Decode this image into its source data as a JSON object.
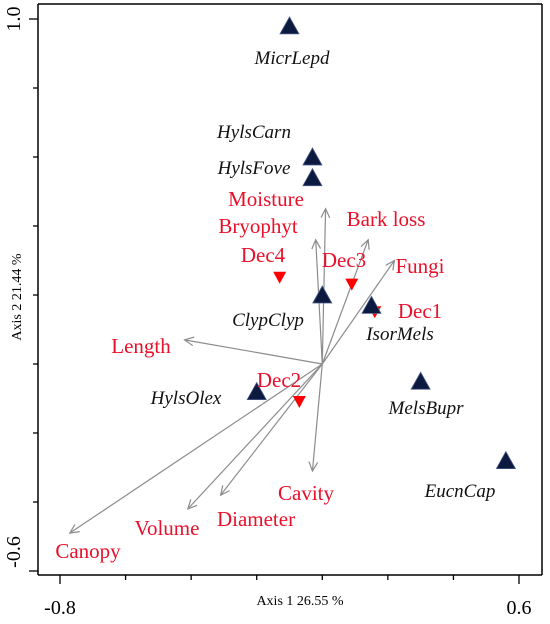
{
  "chart_data": {
    "type": "scatter",
    "xlabel": "Axis 1  26.55 %",
    "ylabel": "Axis 2  21.44 %",
    "x_tick_labels": [
      "-0.8",
      "0.6"
    ],
    "y_tick_labels": [
      "-0.6",
      "1.0"
    ],
    "xlim": [
      -0.85,
      0.66
    ],
    "ylim": [
      -0.63,
      1.03
    ],
    "origin": [
      0.0,
      0.0
    ],
    "species": [
      {
        "label": "MicrLepd",
        "x": -0.1,
        "y": 0.98
      },
      {
        "label": "HylsCarn",
        "x": -0.03,
        "y": 0.6
      },
      {
        "label": "HylsFove",
        "x": -0.03,
        "y": 0.54
      },
      {
        "label": "ClypClyp",
        "x": 0.0,
        "y": 0.2
      },
      {
        "label": "IsorMels",
        "x": 0.15,
        "y": 0.17
      },
      {
        "label": "HylsOlex",
        "x": -0.2,
        "y": -0.08
      },
      {
        "label": "MelsBupr",
        "x": 0.3,
        "y": -0.05
      },
      {
        "label": "EucnCap",
        "x": 0.56,
        "y": -0.28
      }
    ],
    "levels": [
      {
        "label": "Dec4",
        "x": -0.13,
        "y": 0.25
      },
      {
        "label": "Dec3",
        "x": 0.09,
        "y": 0.23
      },
      {
        "label": "Dec1",
        "x": 0.16,
        "y": 0.15
      },
      {
        "label": "Dec2",
        "x": -0.07,
        "y": -0.11
      }
    ],
    "vectors": [
      {
        "label": "Moisture",
        "x": 0.01,
        "y": 0.45
      },
      {
        "label": "Bryophyt",
        "x": -0.02,
        "y": 0.36
      },
      {
        "label": "Bark loss",
        "x": 0.14,
        "y": 0.36
      },
      {
        "label": "Fungi",
        "x": 0.22,
        "y": 0.3
      },
      {
        "label": "Length",
        "x": -0.42,
        "y": 0.07
      },
      {
        "label": "Cavity",
        "x": -0.03,
        "y": -0.31
      },
      {
        "label": "Diameter",
        "x": -0.31,
        "y": -0.38
      },
      {
        "label": "Volume",
        "x": -0.41,
        "y": -0.42
      },
      {
        "label": "Canopy",
        "x": -0.77,
        "y": -0.49
      }
    ],
    "colors": {
      "species_marker": "#0d1a3f",
      "level_marker": "#ff0000",
      "env_text": "#e8102a",
      "vector": "#8c8c8c",
      "axis": "#000000"
    },
    "grid": false
  }
}
